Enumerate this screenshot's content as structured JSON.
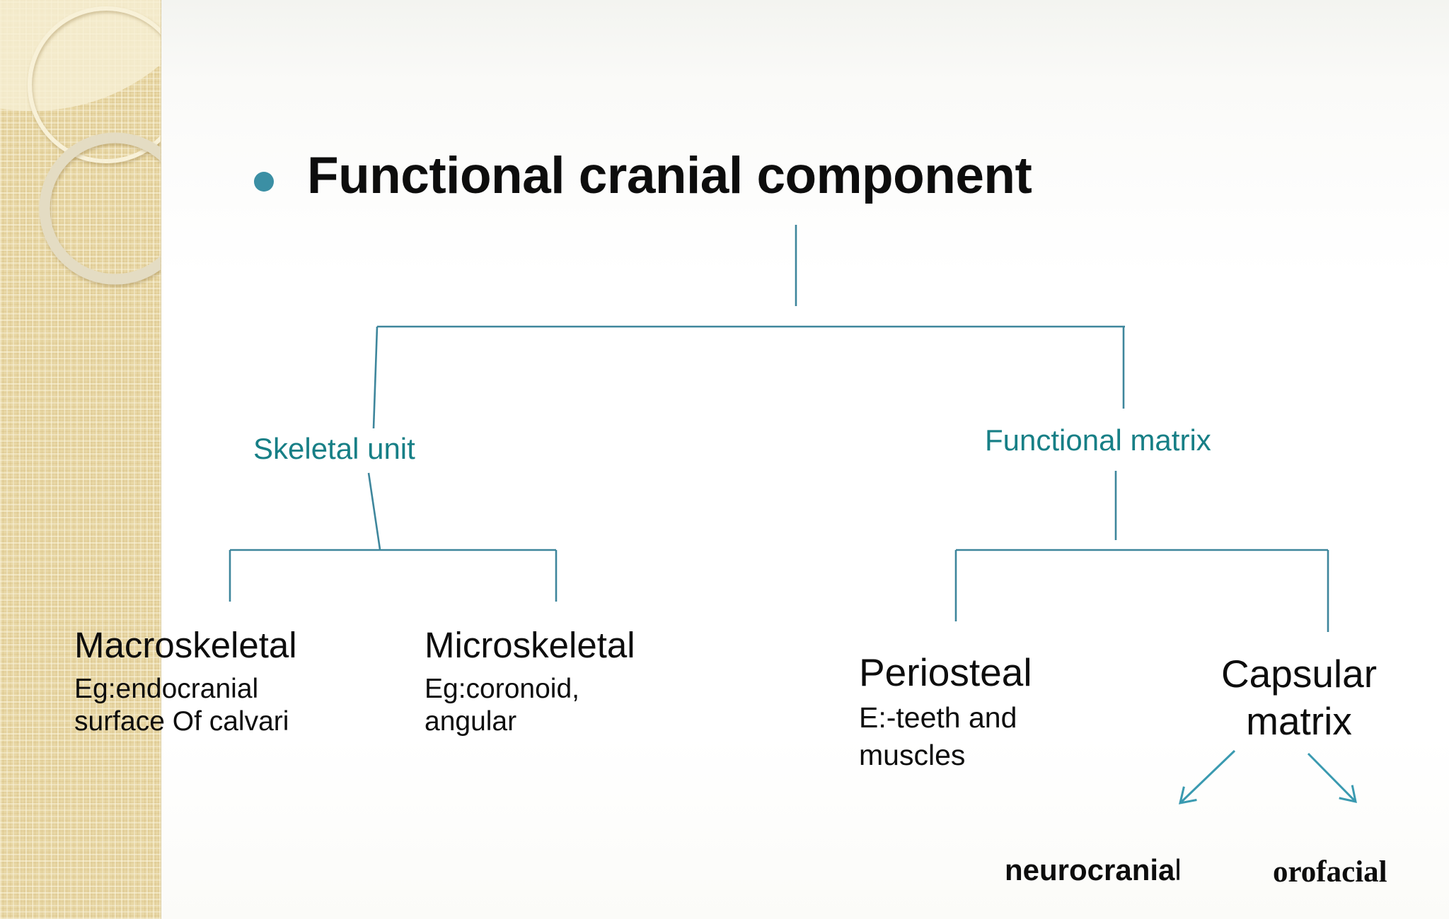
{
  "slide": {
    "title": "Functional cranial component"
  },
  "tree": {
    "level1": [
      {
        "label": "Skeletal unit"
      },
      {
        "label": "Functional matrix"
      }
    ],
    "level2": [
      {
        "title": "Macroskeletal",
        "desc_lines": [
          "Eg:endocranial",
          "surface Of calvari"
        ]
      },
      {
        "title": "Microskeletal",
        "desc_lines": [
          "Eg:coronoid,",
          "angular"
        ]
      },
      {
        "title": "Periosteal",
        "desc_lines": [
          "E:-teeth and",
          "muscles"
        ]
      },
      {
        "title_lines": [
          "Capsular",
          "matrix"
        ]
      }
    ],
    "level3": [
      {
        "bold_part": "neurocrania",
        "regular_part": "l"
      },
      {
        "label": "orofacial"
      }
    ]
  },
  "colors": {
    "teal_label_text": "#177f86",
    "connector_line": "#3e869c",
    "arrow": "#3a9ab0",
    "title_bullet": "#3b8fa4",
    "body_text": "#0d0d0d",
    "sidebar_base": "#e8d7a5"
  }
}
